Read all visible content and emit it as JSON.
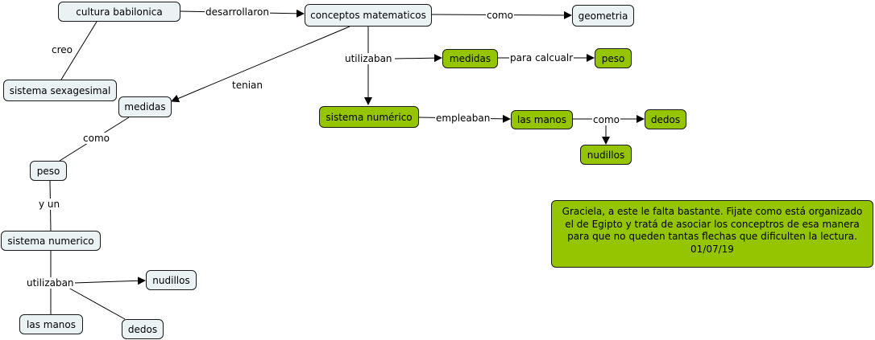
{
  "nodes": {
    "cultura": "cultura babilonica",
    "conceptos": "conceptos matematicos",
    "geometria": "geometria",
    "sexagesimal": "sistema sexagesimal",
    "medidas_left": "medidas",
    "peso_left": "peso",
    "sistnum_left": "sistema numerico",
    "nudillos_left": "nudillos",
    "manos_left": "las manos",
    "dedos_left": "dedos",
    "medidas_right": "medidas",
    "peso_right": "peso",
    "sistnum_right": "sistema numérico",
    "manos_right": "las manos",
    "dedos_right": "dedos",
    "nudillos_right": "nudillos"
  },
  "links": {
    "desarrollaron": "desarrollaron",
    "creo": "creo",
    "tenian": "tenian",
    "como_geometria": "como",
    "utilizaban_right": "utilizaban",
    "para_calcualr": "para calcualr",
    "empleaban": "empleaban",
    "como_dedos": "como",
    "como_peso": "como",
    "y_un": "y un",
    "utilizaban_left": "utilizaban"
  },
  "note": {
    "text": "Graciela, a este le falta bastante.  Fijate como está organizado el de Egipto y tratá de asociar los conceptros de esa manera para que no queden tantas flechas que dificulten la lectura.",
    "date": "01/07/19"
  },
  "colors": {
    "node_light": "#eaf2f4",
    "node_green": "#95c400",
    "border": "#1a1a1a"
  }
}
